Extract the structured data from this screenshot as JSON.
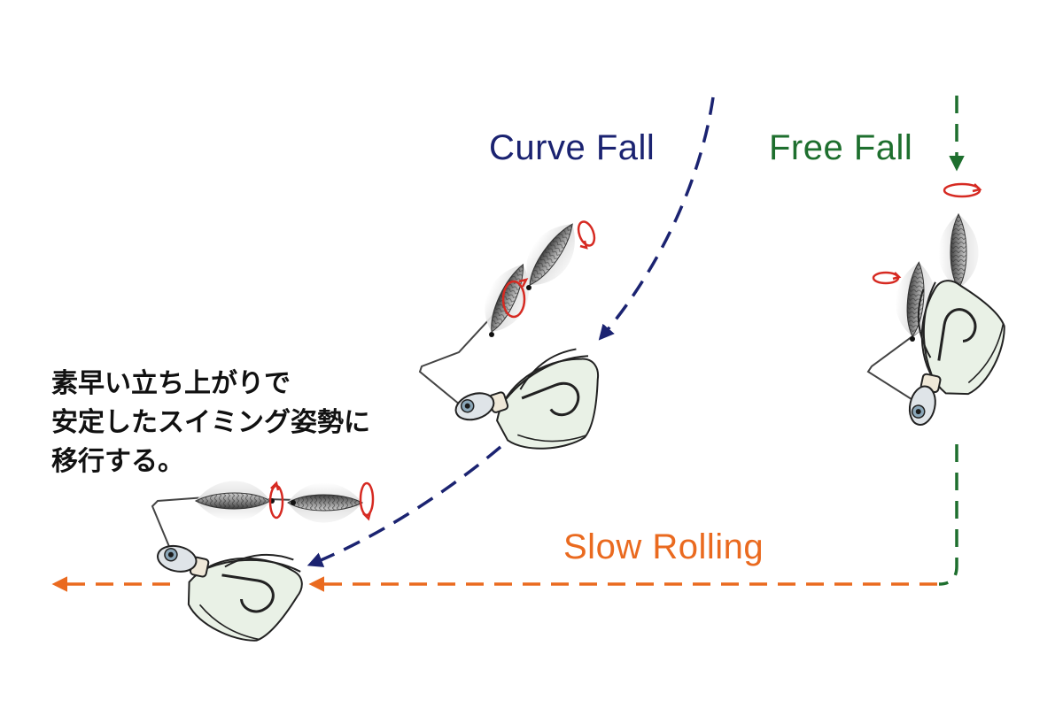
{
  "labels": {
    "curve_fall": "Curve Fall",
    "free_fall": "Free Fall",
    "slow_rolling": "Slow Rolling"
  },
  "note": {
    "lines": [
      "素早い立ち上がりで",
      "安定したスイミング姿勢に",
      "移行する。"
    ]
  },
  "colors": {
    "curve_fall": "#1b2371",
    "free_fall": "#1e6f2e",
    "slow_rolling": "#ea6a1f",
    "spin_arrow": "#d62a22",
    "skirt": "#e9f1e6",
    "outline": "#222222",
    "blade_dark": "#5a5a5a",
    "blade_light": "#dcdcdc"
  },
  "icons": [
    "spinnerbait-lure-icon",
    "spin-direction-icon",
    "dashed-path-arrow"
  ]
}
